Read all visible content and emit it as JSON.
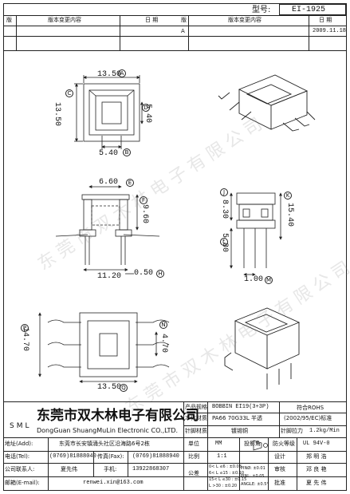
{
  "header": {
    "model_label": "型号:",
    "model_value": "EI-1925"
  },
  "revision_table": {
    "col_no": "版",
    "col_content": "版本变更内容",
    "col_date": "日 期",
    "rows": [
      {
        "no": "",
        "content": "",
        "date": ""
      },
      {
        "no": "",
        "content": "",
        "date": "A"
      }
    ],
    "last_date": "2009.11.18"
  },
  "dimensions": {
    "top_width": "13.50",
    "top_width_ref": "A",
    "top_height": "13.50",
    "top_height_ref": "C",
    "inner_height": "5.40",
    "inner_height_ref": "D",
    "inner_width": "5.40",
    "inner_width_ref": "B",
    "front_top": "6.60",
    "front_top_ref": "E",
    "front_height": "9.60",
    "front_height_ref": "F",
    "front_bottom": "11.20",
    "front_pin": "0.50",
    "front_pin_ref": "H",
    "side_height": "8.30",
    "side_height_ref": "J",
    "side_total": "15.40",
    "side_total_ref": "K",
    "side_pin": "5.80",
    "side_pin_ref": "L",
    "side_pitch": "1.00",
    "side_pitch_ref": "M",
    "bottom_height": "14.70",
    "bottom_height_ref": "P",
    "bottom_pin": "4.70",
    "bottom_pin_ref": "N",
    "bottom_width": "13.50",
    "bottom_width_ref": "Q"
  },
  "watermarks": [
    "东莞市双木林电子有限公司",
    "东莞市双木林电子有限公司"
  ],
  "company": {
    "logo_text": "SML",
    "name_cn": "东莞市双木林电子有限公司",
    "name_en": "DongGuan ShuangMuLin Electronic CO.,LTD."
  },
  "spec": {
    "product_label": "产品规格",
    "product_value": "BOBBIN EI19(3+3P)",
    "body_label": "本体材质",
    "body_value": "PA66 70G33L 半透",
    "pin_label": "针脚材质",
    "pin_value": "镀锡铜",
    "rohs_line1": "符合ROHS",
    "rohs_line2": "(2002/95/EC)标准",
    "pull_label": "针脚拉力",
    "pull_value": "1.2kg/Min",
    "flame_label": "防火等级",
    "flame_value": "UL 94V-0",
    "unit_label": "单位",
    "unit_value": "MM",
    "proj_label": "投影角",
    "scale_label": "比例",
    "scale_value": "1:1",
    "drawn_label": "设计",
    "drawn_value": "郑 明 浩",
    "check_label": "审核",
    "check_value": "邓 良 艳",
    "approve_label": "批准",
    "approve_value": "夏 先 伟",
    "tol_label": "公差",
    "tol_1": "0< L ≤6 : ±0.08",
    "tol_2": "6< L ≤15 : ±0.10",
    "tol_3": "15< L ≤30 : ±0.15",
    "tol_4": "L >30 : ±0.20",
    "pin_tol_1": "PINØ: ±0.01",
    "pin_tol_2": "PINL: ±0.05",
    "pin_tol_3": "ANGLE: ±0.5°"
  },
  "contact": {
    "addr_label": "地址(Add):",
    "addr_value": "东莞市长安镇涌头社区沿海路6号2栋",
    "tel_label": "电话(Tel):",
    "tel_value": "(0769)81888040",
    "fax_label": "传真(Fax):",
    "fax_value": "(0769)81888940",
    "contact_label": "公司联系人:",
    "contact_value": "夏先伟",
    "phone_label": "手机:",
    "phone_value": "13922868307",
    "email_label": "邮箱(E-mail):",
    "email_value": "renwei.xin@163.com"
  }
}
